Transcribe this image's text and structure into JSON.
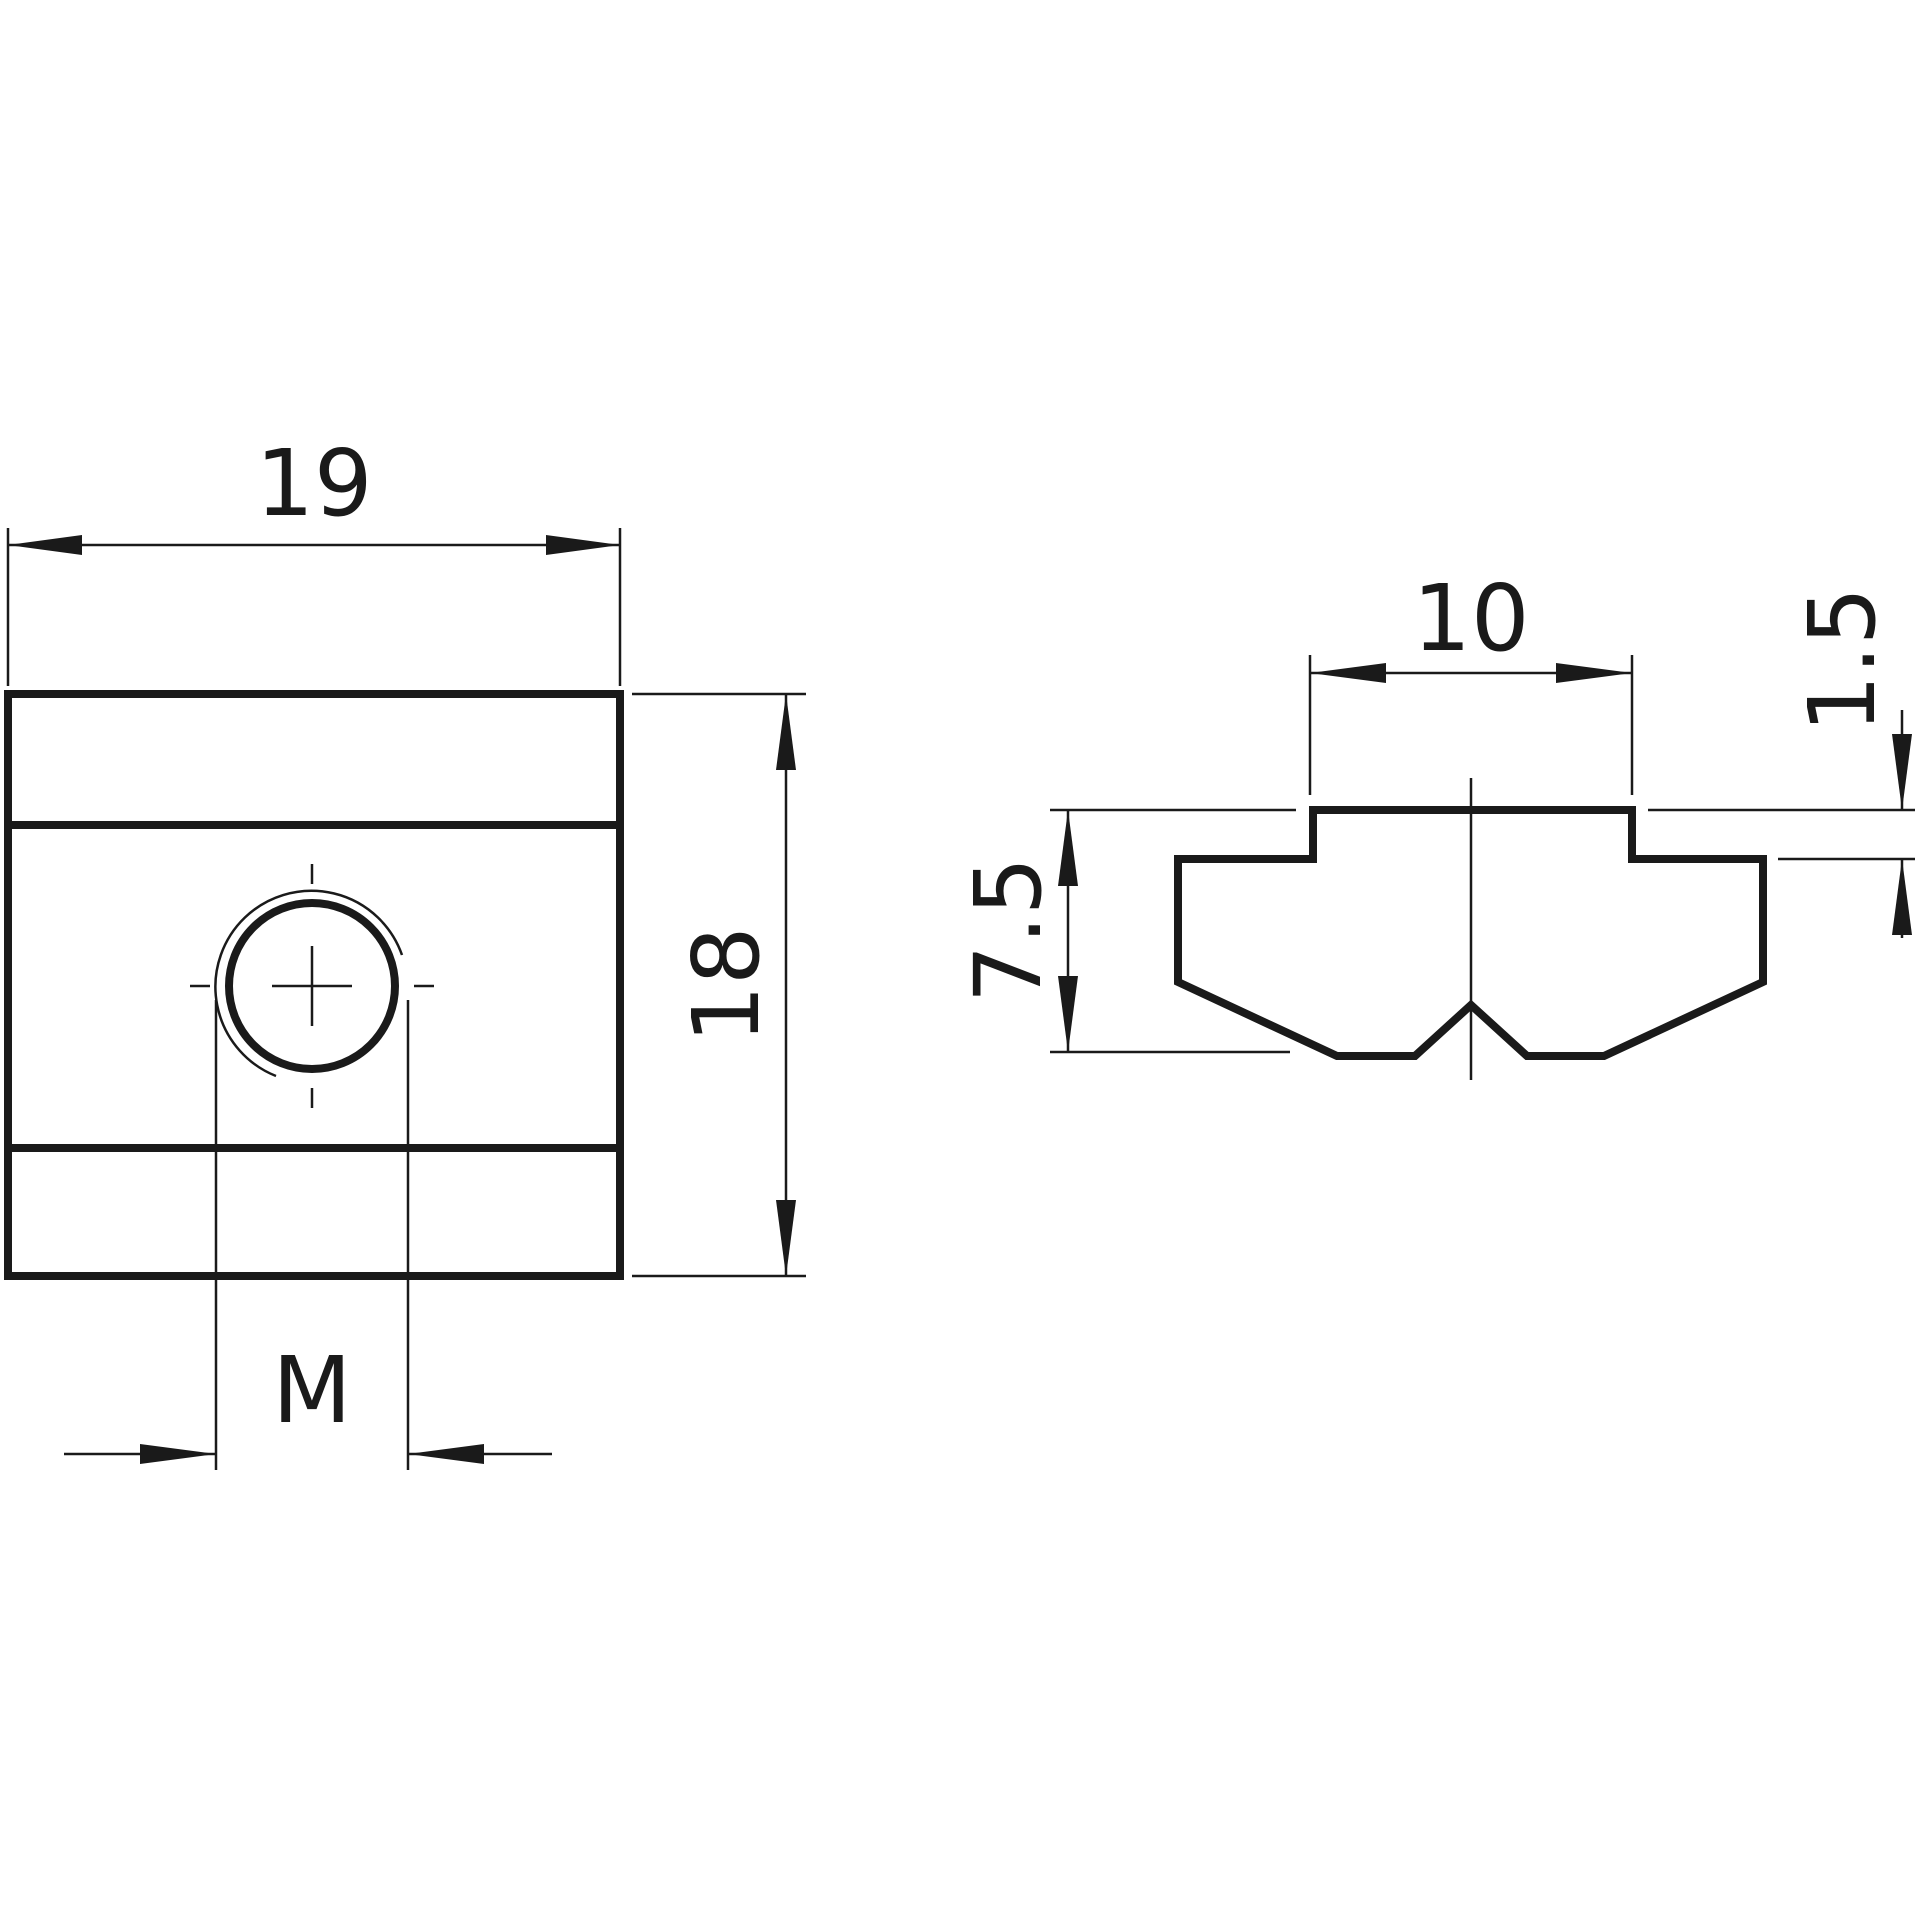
{
  "dimensions": {
    "width": "19",
    "height": "18",
    "thread": "M",
    "slot_width": "10",
    "total_depth": "7.5",
    "head_height": "1.5"
  }
}
